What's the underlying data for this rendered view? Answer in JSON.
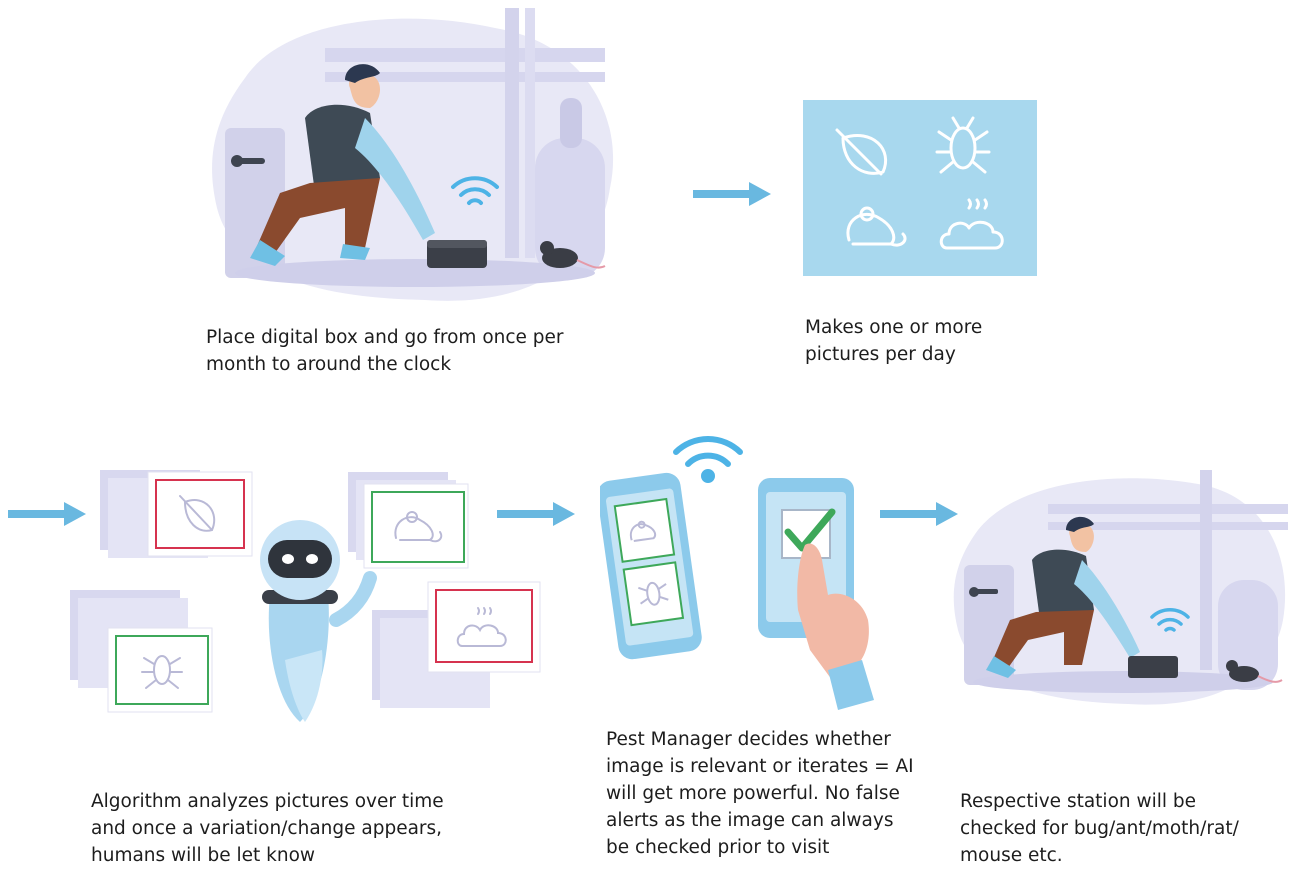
{
  "colors": {
    "accent_blue": "#69b8e0",
    "panel_blue": "#a8d8ee",
    "lavender": "#dcdcf2",
    "frame_red": "#d6334f",
    "frame_green": "#3ea85a",
    "vest": "#3e4a55",
    "pants": "#8a4a2e",
    "shirt": "#9fd3ec"
  },
  "icons": [
    "leaf-icon",
    "bug-icon",
    "mouse-icon",
    "mold-icon",
    "wifi-icon",
    "checkmark-icon",
    "robot-icon",
    "arrow-right-icon"
  ],
  "steps": [
    {
      "caption_lines": [
        "Place digital box and go from once per",
        "month to around the clock"
      ]
    },
    {
      "caption_lines": [
        "Makes one or more",
        "pictures per day"
      ]
    },
    {
      "caption_lines": [
        "Algorithm analyzes pictures over time",
        "and once a variation/change appears,",
        "humans will be let know"
      ]
    },
    {
      "caption_lines": [
        "Pest Manager decides whether",
        "image is relevant or iterates = AI",
        "will get more powerful. No false",
        "alerts as the image can always",
        "be checked prior to visit"
      ]
    },
    {
      "caption_lines": [
        "Respective station will be",
        "checked for bug/ant/moth/rat/",
        "mouse etc."
      ]
    }
  ]
}
